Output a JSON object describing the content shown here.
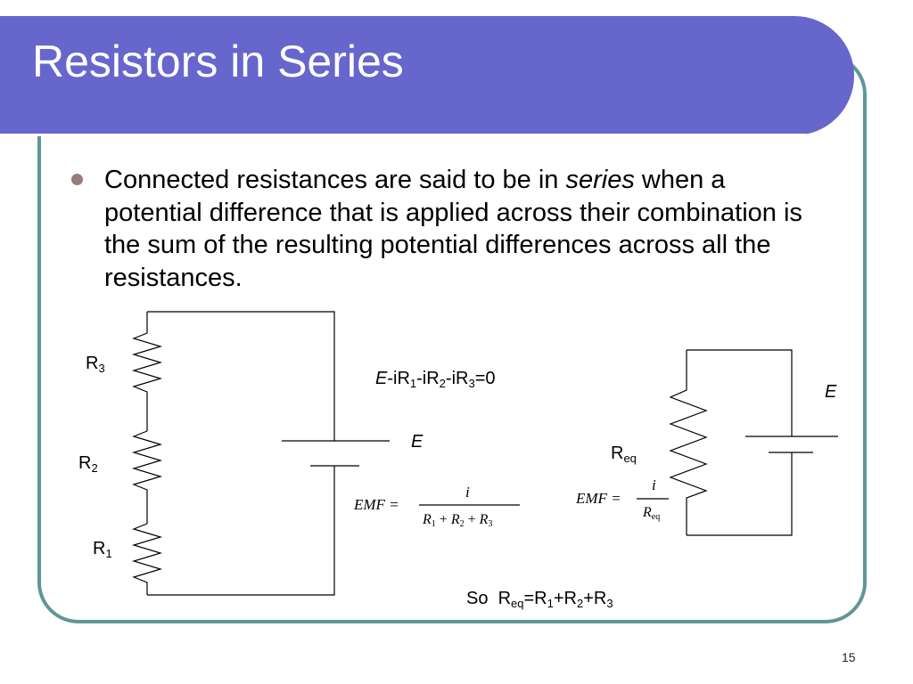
{
  "slide": {
    "title": "Resistors in Series",
    "page_number": "15",
    "colors": {
      "title_bar": "#6666cc",
      "frame_border": "#5f9696",
      "bullet": "#9a7b7b"
    }
  },
  "bullet": {
    "text_before": "Connected resistances are said to be in ",
    "emphasis": "series",
    "text_after": " when a potential difference that is applied across their combination is the sum of the resulting potential differences across all the resistances."
  },
  "circuit_left": {
    "r3": {
      "symbol": "R",
      "sub": "3"
    },
    "r2": {
      "symbol": "R",
      "sub": "2"
    },
    "r1": {
      "symbol": "R",
      "sub": "1"
    },
    "emf": "E"
  },
  "circuit_right": {
    "req": {
      "symbol": "R",
      "sub": "eq"
    },
    "emf": "E"
  },
  "loop_equation": {
    "e": "E",
    "p1": "-iR",
    "s1": "1",
    "p2": "-iR",
    "s2": "2",
    "p3": "-iR",
    "s3": "3",
    "end": "=0"
  },
  "emf_formula_series": {
    "lhs": "EMF =",
    "numerator": "i",
    "r": "R",
    "s1": "1",
    "plus1": "+",
    "s2": "2",
    "plus2": "+",
    "s3": "3"
  },
  "emf_formula_eq": {
    "lhs": "EMF =",
    "numerator": "i",
    "r": "R",
    "sub": "eq"
  },
  "conclusion": {
    "prefix": "So  R",
    "s_eq": "eq",
    "t1": "=R",
    "s1": "1",
    "t2": "+R",
    "s2": "2",
    "t3": "+R",
    "s3": "3"
  }
}
